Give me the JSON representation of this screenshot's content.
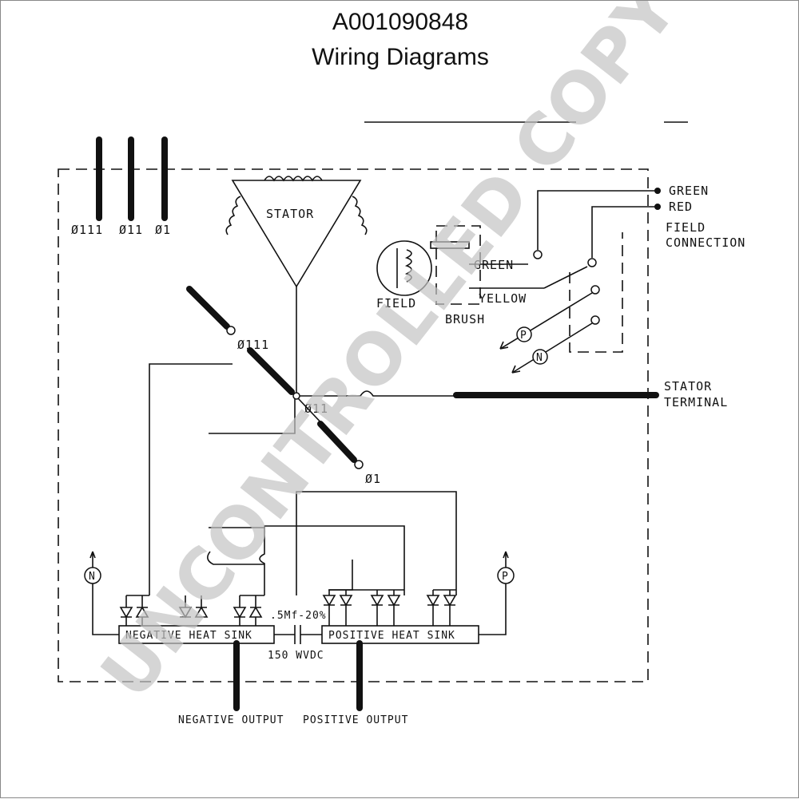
{
  "header": {
    "title": "A001090848",
    "subtitle": "Wiring Diagrams"
  },
  "labels": {
    "phase_a": "Ø111",
    "phase_b": "Ø11",
    "phase_c": "Ø1",
    "stator": "STATOR",
    "switch_a": "Ø111",
    "switch_b": "Ø11",
    "switch_c": "Ø1",
    "field": "FIELD",
    "brush": "BRUSH",
    "brush_green": "GREEN",
    "brush_yellow": "YELLOW",
    "green": "GREEN",
    "red": "RED",
    "field_connection_1": "FIELD",
    "field_connection_2": "CONNECTION",
    "stator_terminal_1": "STATOR",
    "stator_terminal_2": "TERMINAL",
    "term_p": "P",
    "term_n": "N",
    "neg_terminal": "N",
    "pos_terminal": "P",
    "capacitor_rating": ".5Mf-20%",
    "capacitor_voltage": "150 WVDC",
    "negative_heat_sink": "NEGATIVE HEAT SINK",
    "positive_heat_sink": "POSITIVE HEAT SINK",
    "negative_output": "NEGATIVE OUTPUT",
    "positive_output": "POSITIVE OUTPUT"
  },
  "watermark": "UNCONTROLLED COPY"
}
